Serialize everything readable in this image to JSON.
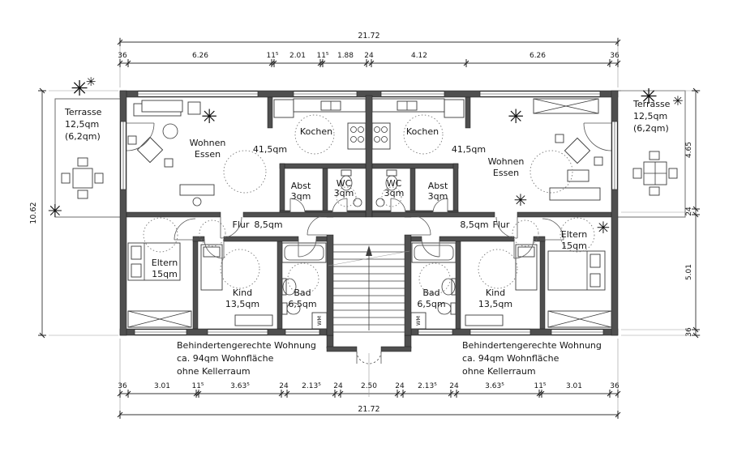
{
  "dimensions": {
    "top_total": "21.72",
    "bottom_total": "21.72",
    "left_total": "10.62",
    "top_segments": [
      "36",
      "6.26",
      "11⁵",
      "2.01",
      "11⁵",
      "1.88",
      "24",
      "4.12",
      "6.26",
      "36"
    ],
    "bottom_segments": [
      "36",
      "3.01",
      "11⁵",
      "3.63⁵",
      "24",
      "2.13⁵",
      "24",
      "2.50",
      "24",
      "2.13⁵",
      "24",
      "3.63⁵",
      "11⁵",
      "3.01",
      "36"
    ],
    "right_segments": [
      "4.65",
      "24",
      "5.01",
      "36"
    ]
  },
  "left_unit": {
    "terrace_name": "Terrasse",
    "terrace_area": "12,5qm",
    "terrace_area_note": "(6,2qm)",
    "wohnen": "Wohnen",
    "essen": "Essen",
    "wohnen_area": "41,5qm",
    "kochen": "Kochen",
    "abst": "Abst",
    "abst_area": "3qm",
    "wc": "WC",
    "wc_area": "3qm",
    "flur": "Flur",
    "flur_area": "8,5qm",
    "eltern": "Eltern",
    "eltern_area": "15qm",
    "kind": "Kind",
    "kind_area": "13,5qm",
    "bad": "Bad",
    "bad_area": "6,5qm",
    "wm": "WM",
    "note_line1": "Behindertengerechte Wohnung",
    "note_line2": "ca. 94qm Wohnfläche",
    "note_line3": "ohne Kellerraum"
  },
  "right_unit": {
    "terrace_name": "Terrasse",
    "terrace_area": "12,5qm",
    "terrace_area_note": "(6,2qm)",
    "wohnen": "Wohnen",
    "essen": "Essen",
    "wohnen_area": "41,5qm",
    "kochen": "Kochen",
    "abst": "Abst",
    "abst_area": "3qm",
    "wc": "WC",
    "wc_area": "3qm",
    "flur": "Flur",
    "flur_area": "8,5qm",
    "eltern": "Eltern",
    "eltern_area": "15qm",
    "kind": "Kind",
    "kind_area": "13,5qm",
    "bad": "Bad",
    "bad_area": "6,5qm",
    "wm": "WM",
    "note_line1": "Behindertengerechte Wohnung",
    "note_line2": "ca. 94qm Wohnfläche",
    "note_line3": "ohne Kellerraum"
  },
  "icons": {
    "plant": "✳"
  }
}
